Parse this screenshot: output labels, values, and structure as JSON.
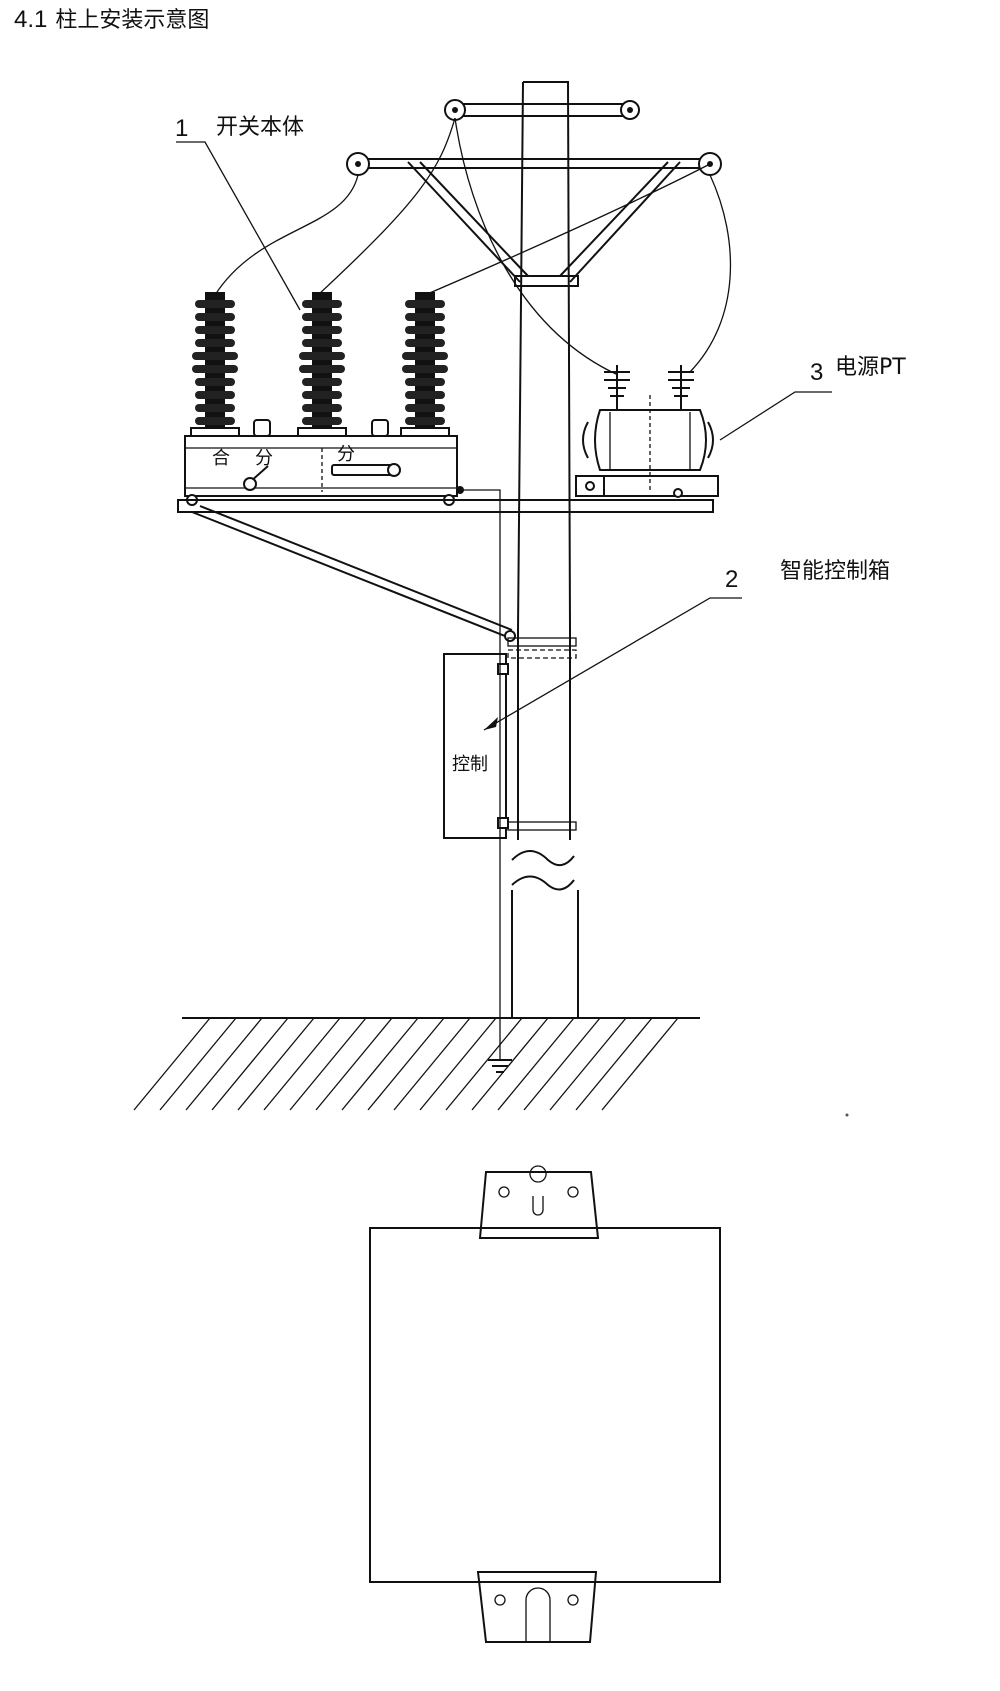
{
  "heading": {
    "number": "4.1",
    "text": "柱上安装示意图"
  },
  "callouts": [
    {
      "number": "1",
      "label": "开关本体"
    },
    {
      "number": "2",
      "label": "智能控制箱"
    },
    {
      "number": "3",
      "label": "电源PT"
    }
  ],
  "switch_marks": {
    "close": "合",
    "open_left": "分",
    "open_right": "分"
  },
  "control_box_mark": "控制"
}
